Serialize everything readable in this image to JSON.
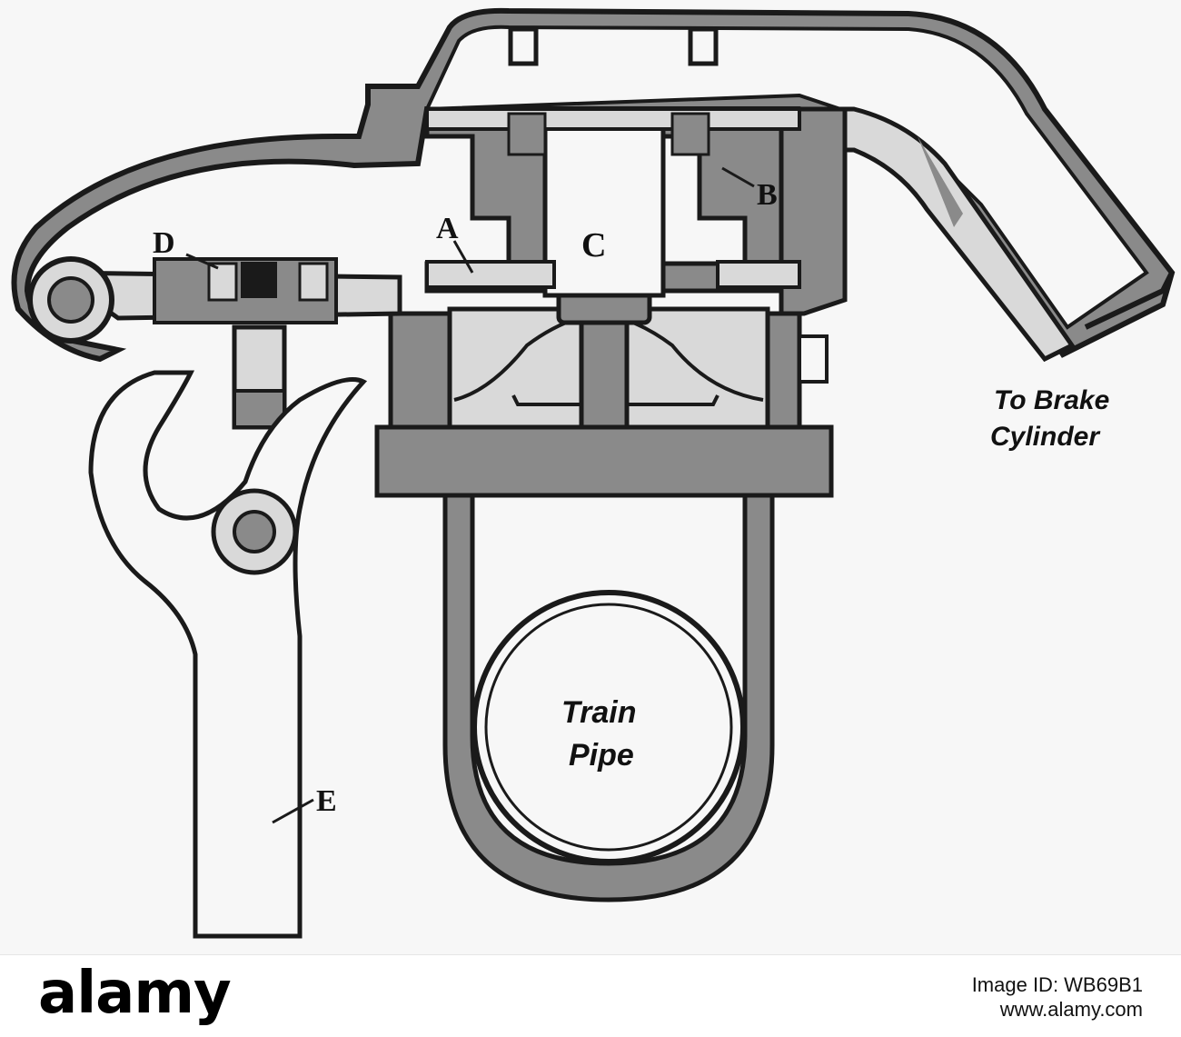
{
  "diagram": {
    "labels": {
      "a": "A",
      "b": "B",
      "c": "C",
      "d": "D",
      "e": "E",
      "brake_line1": "To Brake",
      "brake_line2": "Cylinder",
      "pipe_line1": "Train",
      "pipe_line2": "Pipe"
    }
  },
  "footer": {
    "logo": "alamy",
    "image_id": "Image ID: WB69B1",
    "url": "www.alamy.com"
  },
  "colors": {
    "ink": "#1a1a1a",
    "fill_gray": "#8a8a8a",
    "light_gray": "#d9d9d9",
    "background": "#f7f7f7"
  }
}
